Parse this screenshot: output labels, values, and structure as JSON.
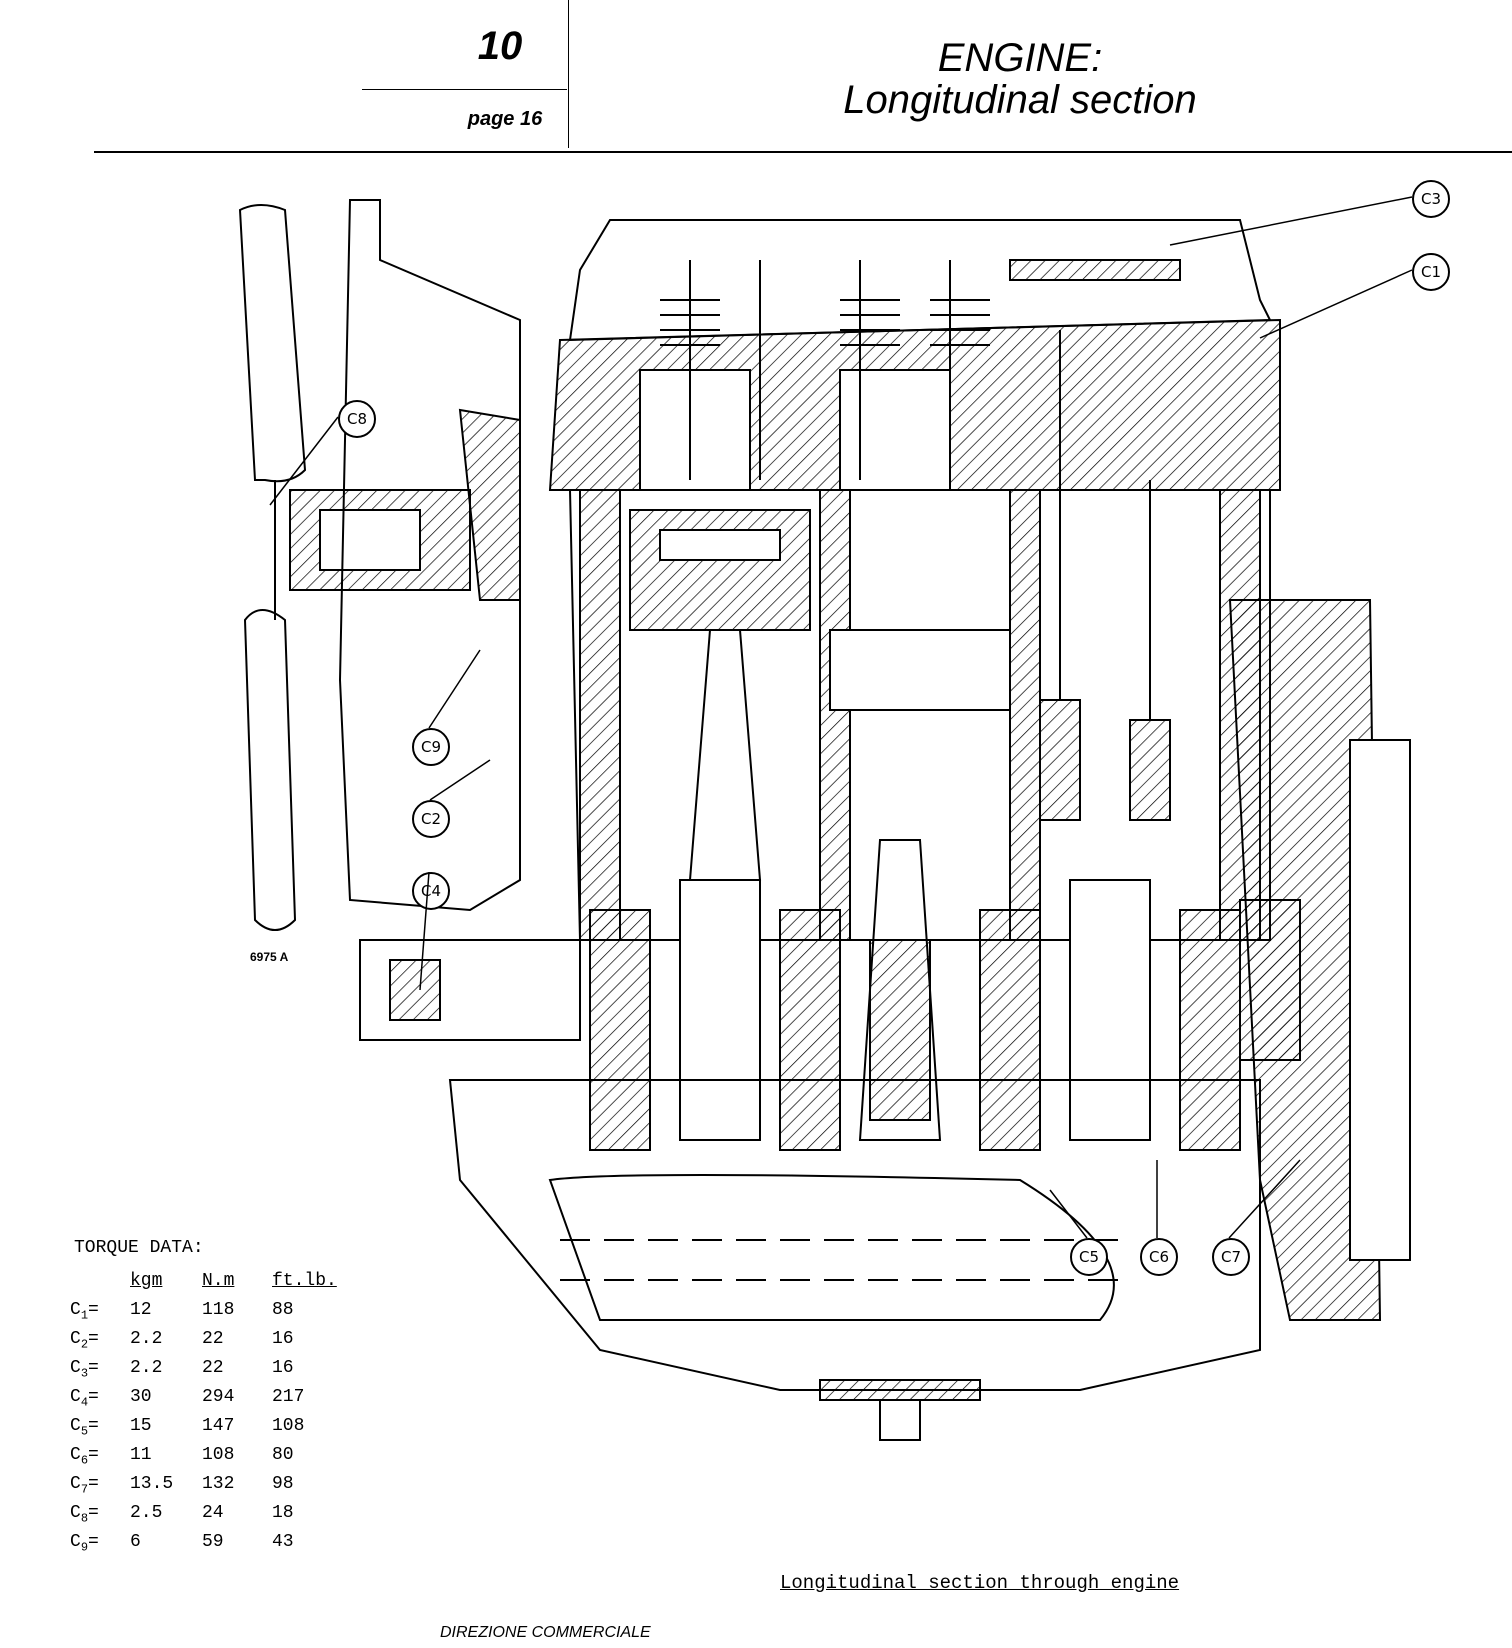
{
  "header": {
    "section": "10",
    "page": "page 16",
    "title_line1": "ENGINE:",
    "title_line2": "Longitudinal section"
  },
  "figure": {
    "number": "6975 A",
    "callouts": {
      "c1": "C1",
      "c2": "C2",
      "c3": "C3",
      "c4": "C4",
      "c5": "C5",
      "c6": "C6",
      "c7": "C7",
      "c8": "C8",
      "c9": "C9"
    },
    "caption": "Longitudinal section through engine"
  },
  "torque": {
    "title": "TORQUE DATA:",
    "headers": {
      "kgm": "kgm",
      "nm": "N.m",
      "ftlb": "ft.lb."
    },
    "rows": [
      {
        "label": "C",
        "sub": "1",
        "kgm": "12",
        "nm": "118",
        "ftlb": "88"
      },
      {
        "label": "C",
        "sub": "2",
        "kgm": "2.2",
        "nm": "22",
        "ftlb": "16"
      },
      {
        "label": "C",
        "sub": "3",
        "kgm": "2.2",
        "nm": "22",
        "ftlb": "16"
      },
      {
        "label": "C",
        "sub": "4",
        "kgm": "30",
        "nm": "294",
        "ftlb": "217"
      },
      {
        "label": "C",
        "sub": "5",
        "kgm": "15",
        "nm": "147",
        "ftlb": "108"
      },
      {
        "label": "C",
        "sub": "6",
        "kgm": "11",
        "nm": "108",
        "ftlb": "80"
      },
      {
        "label": "C",
        "sub": "7",
        "kgm": "13.5",
        "nm": "132",
        "ftlb": "98"
      },
      {
        "label": "C",
        "sub": "8",
        "kgm": "2.5",
        "nm": "24",
        "ftlb": "18"
      },
      {
        "label": "C",
        "sub": "9",
        "kgm": "6",
        "nm": "59",
        "ftlb": "43"
      }
    ]
  },
  "footer": {
    "text": "DIREZIONE COMMERCIALE"
  }
}
